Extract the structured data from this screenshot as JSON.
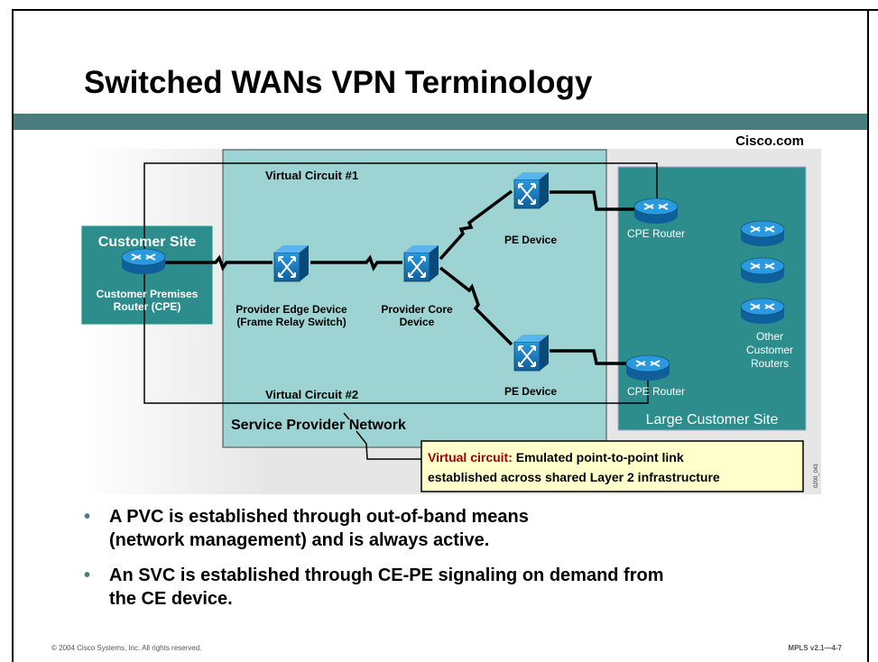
{
  "slide": {
    "title": "Switched WANs VPN Terminology",
    "brand": "Cisco.com",
    "footer_left": "© 2004 Cisco Systems, Inc. All rights reserved.",
    "footer_right": "MPLS v2.1—4-7"
  },
  "diagram": {
    "virtual_circuit_1": "Virtual Circuit #1",
    "virtual_circuit_2": "Virtual Circuit #2",
    "customer_site": "Customer Site",
    "cpe_label_1": "Customer Premises",
    "cpe_label_2": "Router (CPE)",
    "provider_edge_1": "Provider Edge Device",
    "provider_edge_2": "(Frame Relay Switch)",
    "provider_core_1": "Provider Core",
    "provider_core_2": "Device",
    "pe_device_top": "PE Device",
    "pe_device_bottom": "PE Device",
    "cpe_router_top": "CPE Router",
    "cpe_router_bottom": "CPE Router",
    "other_1": "Other",
    "other_2": "Customer",
    "other_3": "Routers",
    "sp_network": "Service Provider Network",
    "large_customer_site": "Large Customer Site",
    "callout_term": "Virtual circuit:",
    "callout_line1": " Emulated point-to-point link",
    "callout_line2": "established across shared Layer 2 infrastructure",
    "figure_id": "0200_043",
    "colors": {
      "sp_fill": "#9dd3d3",
      "site_fill": "#2d8c8c",
      "callout_fill": "#ffffcc",
      "callout_term": "#a00000",
      "switch_blue": "#1a7fc0"
    }
  },
  "bullets": [
    {
      "line1": "A PVC is established through out-of-band means",
      "line2": "(network management) and is always active."
    },
    {
      "line1": "An SVC is established through CE-PE signaling on demand from",
      "line2": "the CE device."
    }
  ]
}
